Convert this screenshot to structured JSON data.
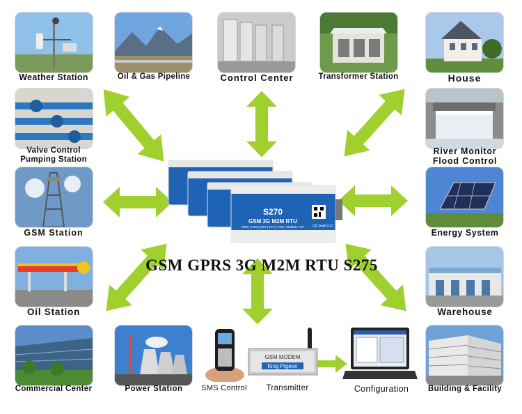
{
  "title": "GSM GPRS 3G M2M RTU  S275",
  "labels": {
    "weather": "Weather Station",
    "pipeline": "Oil & Gas Pipeline",
    "control": "Control Center",
    "transformer": "Transformer Station",
    "house": "House",
    "valve_line1": "Valve Control",
    "valve_line2": "Pumping Station",
    "river_line1": "River Monitor",
    "river_line2": "Flood Control",
    "gsm": "GSM Station",
    "energy": "Energy System",
    "oil": "Oil Station",
    "warehouse": "Warehouse",
    "commercial": "Commercial Center",
    "power": "Power Station",
    "sms": "SMS Control",
    "transmitter": "Transmitter",
    "configuration": "Configuration",
    "building": "Building & Facility"
  },
  "device": {
    "model": "S270",
    "subtitle": "GSM 3G M2M RTU",
    "spec": "20DI | 2AIN | 2DO | 1TH | USB | Modbus TCP",
    "cert": "CE RoHS FC",
    "modem_name": "GSM MODEM",
    "modem_brand": "King Pigeon"
  },
  "colors": {
    "arrow": "#9fd02e",
    "device_blue": "#1f63b5"
  }
}
